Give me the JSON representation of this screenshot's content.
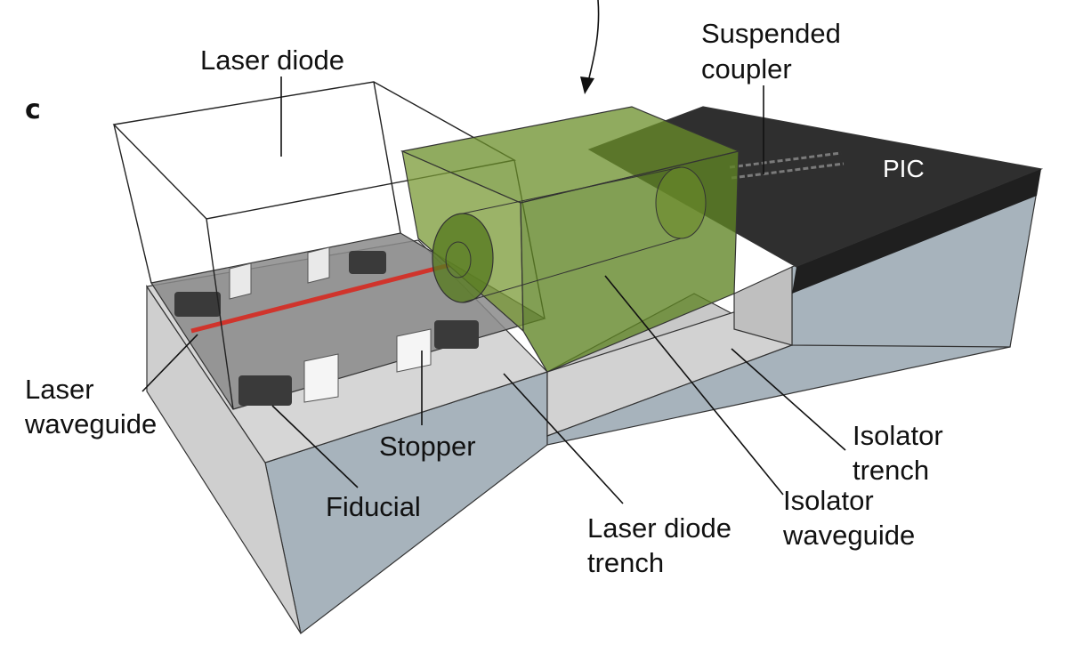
{
  "panel_label": "c",
  "labels": {
    "laser_diode": "Laser diode",
    "suspended_coupler_line1": "Suspended",
    "suspended_coupler_line2": "coupler",
    "pic": "PIC",
    "laser_waveguide_line1": "Laser",
    "laser_waveguide_line2": "waveguide",
    "stopper": "Stopper",
    "fiducial": "Fiducial",
    "laser_diode_trench_line1": "Laser diode",
    "laser_diode_trench_line2": "trench",
    "isolator_trench_line1": "Isolator",
    "isolator_trench_line2": "trench",
    "isolator_waveguide_line1": "Isolator",
    "isolator_waveguide_line2": "waveguide"
  },
  "colors": {
    "substrate_side": "#a8b4bd",
    "substrate_top": "#d4d4d4",
    "pic_top": "#2e2e2e",
    "isolator_green": "#6b8f2a",
    "laser_waveguide_red": "#d0342c",
    "fiducial": "#3a3a3a"
  }
}
